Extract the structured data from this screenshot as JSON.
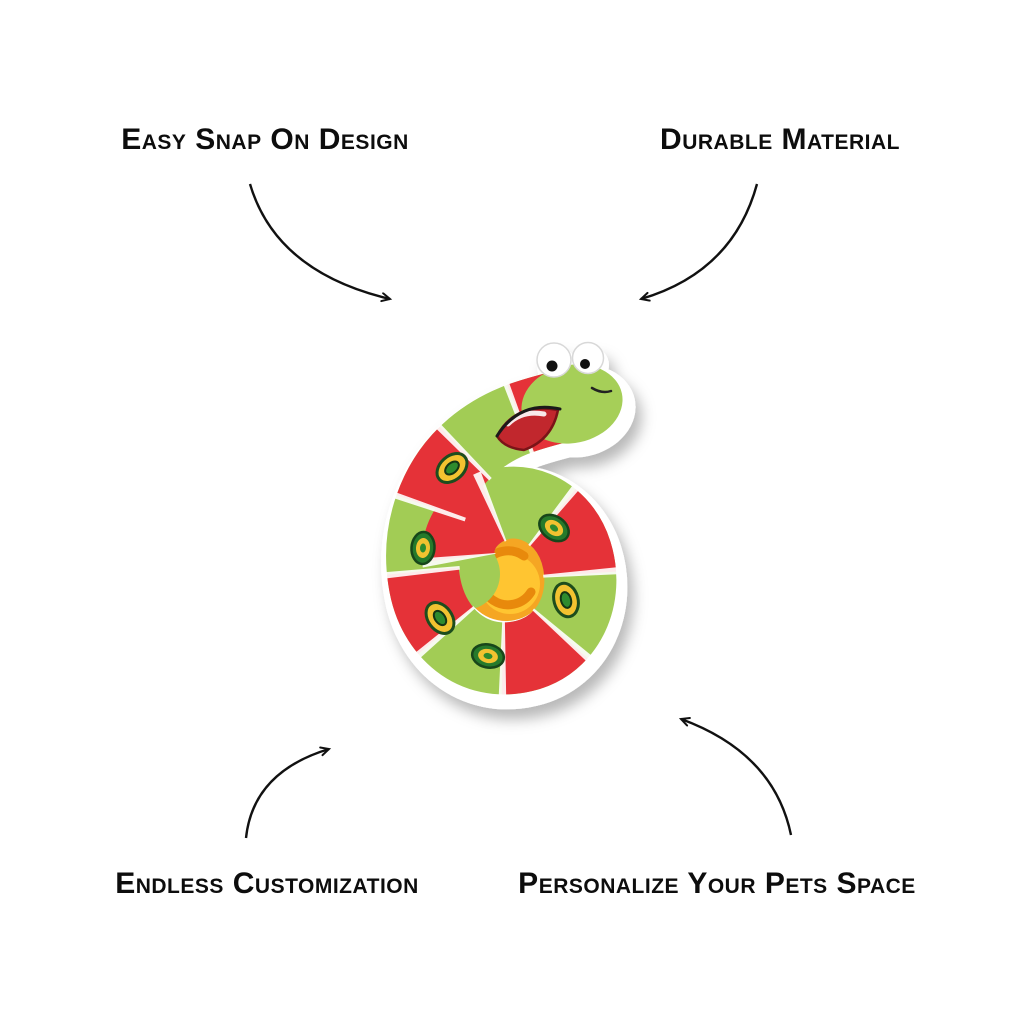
{
  "page": {
    "background_color": "#ffffff",
    "type": "product-feature-callout-graphic"
  },
  "features": {
    "top_left": {
      "label": "Easy Snap On Design"
    },
    "top_right": {
      "label": "Durable Material"
    },
    "bottom_left": {
      "label": "Endless Customization"
    },
    "bottom_right": {
      "label": "Personalize Your Pets Space"
    }
  },
  "graphic": {
    "name": "number-6-snake-charm",
    "shape": "number-6",
    "colors": {
      "body_green": "#a2cc55",
      "segment_red": "#e53238",
      "center_yellow": "#f5a623",
      "center_yellow_light": "#ffc531",
      "spot_yellow": "#f2c230",
      "spot_green": "#2e8b2e",
      "mouth_red": "#c1272d",
      "outline_white": "#ffffff",
      "arrow_black": "#111111"
    }
  }
}
